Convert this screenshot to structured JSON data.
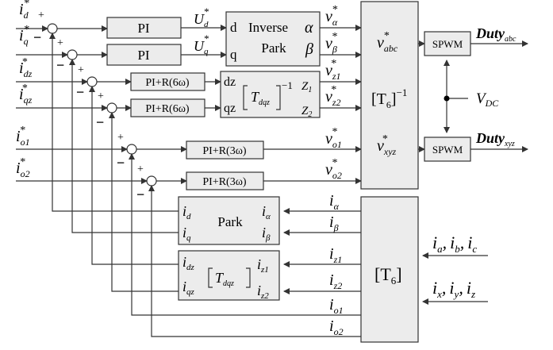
{
  "inputs": {
    "id": {
      "base": "i",
      "sub": "d",
      "sup": "*"
    },
    "iq": {
      "base": "i",
      "sub": "q",
      "sup": "*"
    },
    "idz": {
      "base": "i",
      "sub": "dz",
      "sup": "*"
    },
    "iqz": {
      "base": "i",
      "sub": "qz",
      "sup": "*"
    },
    "io1": {
      "base": "i",
      "sub": "o1",
      "sup": "*"
    },
    "io2": {
      "base": "i",
      "sub": "o2",
      "sup": "*"
    }
  },
  "signs": {
    "plus": "+",
    "minus": "−"
  },
  "controllers": {
    "pi": "PI",
    "pir6": "PI+R(6ω)",
    "pir3": "PI+R(3ω)"
  },
  "voltages_dq": {
    "ud": {
      "base": "U",
      "sub": "d",
      "sup": "*"
    },
    "uq": {
      "base": "U",
      "sub": "q",
      "sup": "*"
    }
  },
  "inverse_park": {
    "title_line1": "Inverse",
    "title_line2": "Park",
    "in_d": "d",
    "in_q": "q",
    "out_alpha": "α",
    "out_beta": "β"
  },
  "inv_tdqz": {
    "in_dz": "dz",
    "in_qz": "qz",
    "matrix": "T",
    "matrix_sub": "dqz",
    "exponent": "−1",
    "out_z1": "Z",
    "out_z1_sub": "1",
    "out_z2": "Z",
    "out_z2_sub": "2"
  },
  "voltage_refs": {
    "va": {
      "base": "v",
      "sub": "α",
      "sup": "*"
    },
    "vb": {
      "base": "v",
      "sub": "β",
      "sup": "*"
    },
    "vz1": {
      "base": "v",
      "sub": "z1",
      "sup": "*"
    },
    "vz2": {
      "base": "v",
      "sub": "z2",
      "sup": "*"
    },
    "vo1": {
      "base": "v",
      "sub": "o1",
      "sup": "*"
    },
    "vo2": {
      "base": "v",
      "sub": "o2",
      "sup": "*"
    }
  },
  "inv_t6": {
    "vabc": {
      "base": "v",
      "sub": "abc",
      "sup": "*"
    },
    "matrix": "[T",
    "matrix_sub": "6",
    "matrix_close": "]",
    "exponent": "−1",
    "vxyz": {
      "base": "v",
      "sub": "xyz",
      "sup": "*"
    }
  },
  "spwm": {
    "top": "SPWM",
    "bottom": "SPWM"
  },
  "duty": {
    "abc": {
      "base": "Duty",
      "sub": "abc"
    },
    "xyz": {
      "base": "Duty",
      "sub": "xyz"
    }
  },
  "vdc": {
    "base": "V",
    "sub": "DC"
  },
  "park": {
    "title": "Park",
    "out_d": "i",
    "out_d_sub": "d",
    "out_q": "i",
    "out_q_sub": "q",
    "in_alpha": "i",
    "in_alpha_sub": "α",
    "in_beta": "i",
    "in_beta_sub": "β"
  },
  "tdqz": {
    "out_dz": "i",
    "out_dz_sub": "dz",
    "out_qz": "i",
    "out_qz_sub": "qz",
    "matrix": "T",
    "matrix_sub": "dqz",
    "in_z1": "i",
    "in_z1_sub": "z1",
    "in_z2": "i",
    "in_z2_sub": "z2"
  },
  "feedback": {
    "ia": {
      "base": "i",
      "sub": "α"
    },
    "ib": {
      "base": "i",
      "sub": "β"
    },
    "iz1": {
      "base": "i",
      "sub": "z1"
    },
    "iz2": {
      "base": "i",
      "sub": "z2"
    },
    "io1": {
      "base": "i",
      "sub": "o1"
    },
    "io2": {
      "base": "i",
      "sub": "o2"
    }
  },
  "t6": {
    "matrix": "[T",
    "matrix_sub": "6",
    "matrix_close": "]"
  },
  "measurements": {
    "abc": "i_a, i_b, i_c",
    "abc_parts": [
      "i",
      "a",
      ",",
      "i",
      "b",
      ",",
      "i",
      "c"
    ],
    "xyz_parts": [
      "i",
      "x",
      ",",
      "i",
      "y",
      ",",
      "i",
      "z"
    ]
  },
  "colors": {
    "block_fill": "#ececec",
    "line": "#333333"
  }
}
